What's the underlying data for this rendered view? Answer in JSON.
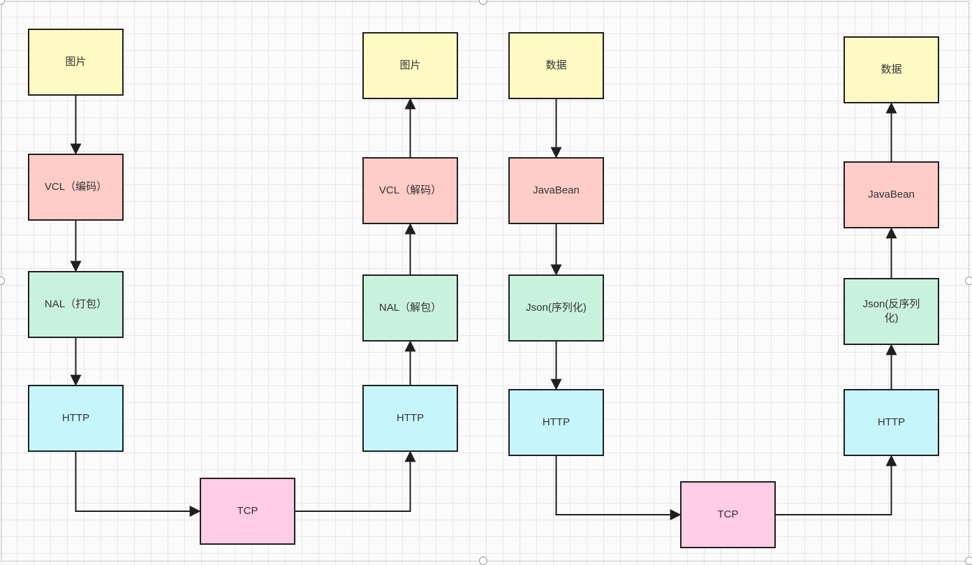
{
  "diagram": {
    "nodes": [
      {
        "id": "l-img",
        "label": "图片",
        "color": "yellow"
      },
      {
        "id": "l-vcl",
        "label": "VCL（编码）",
        "color": "red"
      },
      {
        "id": "l-nal",
        "label": "NAL（打包）",
        "color": "green"
      },
      {
        "id": "l-http",
        "label": "HTTP",
        "color": "cyan"
      },
      {
        "id": "l-tcp",
        "label": "TCP",
        "color": "pink"
      },
      {
        "id": "m-img",
        "label": "图片",
        "color": "yellow"
      },
      {
        "id": "m-vcl",
        "label": "VCL（解码）",
        "color": "red"
      },
      {
        "id": "m-nal",
        "label": "NAL（解包）",
        "color": "green"
      },
      {
        "id": "m-http",
        "label": "HTTP",
        "color": "cyan"
      },
      {
        "id": "r-data",
        "label": "数据",
        "color": "yellow"
      },
      {
        "id": "r-bean",
        "label": "JavaBean",
        "color": "red"
      },
      {
        "id": "r-json",
        "label": "Json(序列化)",
        "color": "green"
      },
      {
        "id": "r-http",
        "label": "HTTP",
        "color": "cyan"
      },
      {
        "id": "r-tcp",
        "label": "TCP",
        "color": "pink"
      },
      {
        "id": "x-data",
        "label": "数据",
        "color": "yellow"
      },
      {
        "id": "x-bean",
        "label": "JavaBean",
        "color": "red"
      },
      {
        "id": "x-json",
        "label": "Json(反序列化)",
        "color": "green"
      },
      {
        "id": "x-http",
        "label": "HTTP",
        "color": "cyan"
      }
    ],
    "edges": [
      {
        "from": "l-img",
        "to": "l-vcl"
      },
      {
        "from": "l-vcl",
        "to": "l-nal"
      },
      {
        "from": "l-nal",
        "to": "l-http"
      },
      {
        "from": "l-http",
        "to": "l-tcp"
      },
      {
        "from": "l-tcp",
        "to": "m-http"
      },
      {
        "from": "m-http",
        "to": "m-nal"
      },
      {
        "from": "m-nal",
        "to": "m-vcl"
      },
      {
        "from": "m-vcl",
        "to": "m-img"
      },
      {
        "from": "r-data",
        "to": "r-bean"
      },
      {
        "from": "r-bean",
        "to": "r-json"
      },
      {
        "from": "r-json",
        "to": "r-http"
      },
      {
        "from": "r-http",
        "to": "r-tcp"
      },
      {
        "from": "r-tcp",
        "to": "x-http"
      },
      {
        "from": "x-http",
        "to": "x-json"
      },
      {
        "from": "x-json",
        "to": "x-bean"
      },
      {
        "from": "x-bean",
        "to": "x-data"
      }
    ]
  }
}
